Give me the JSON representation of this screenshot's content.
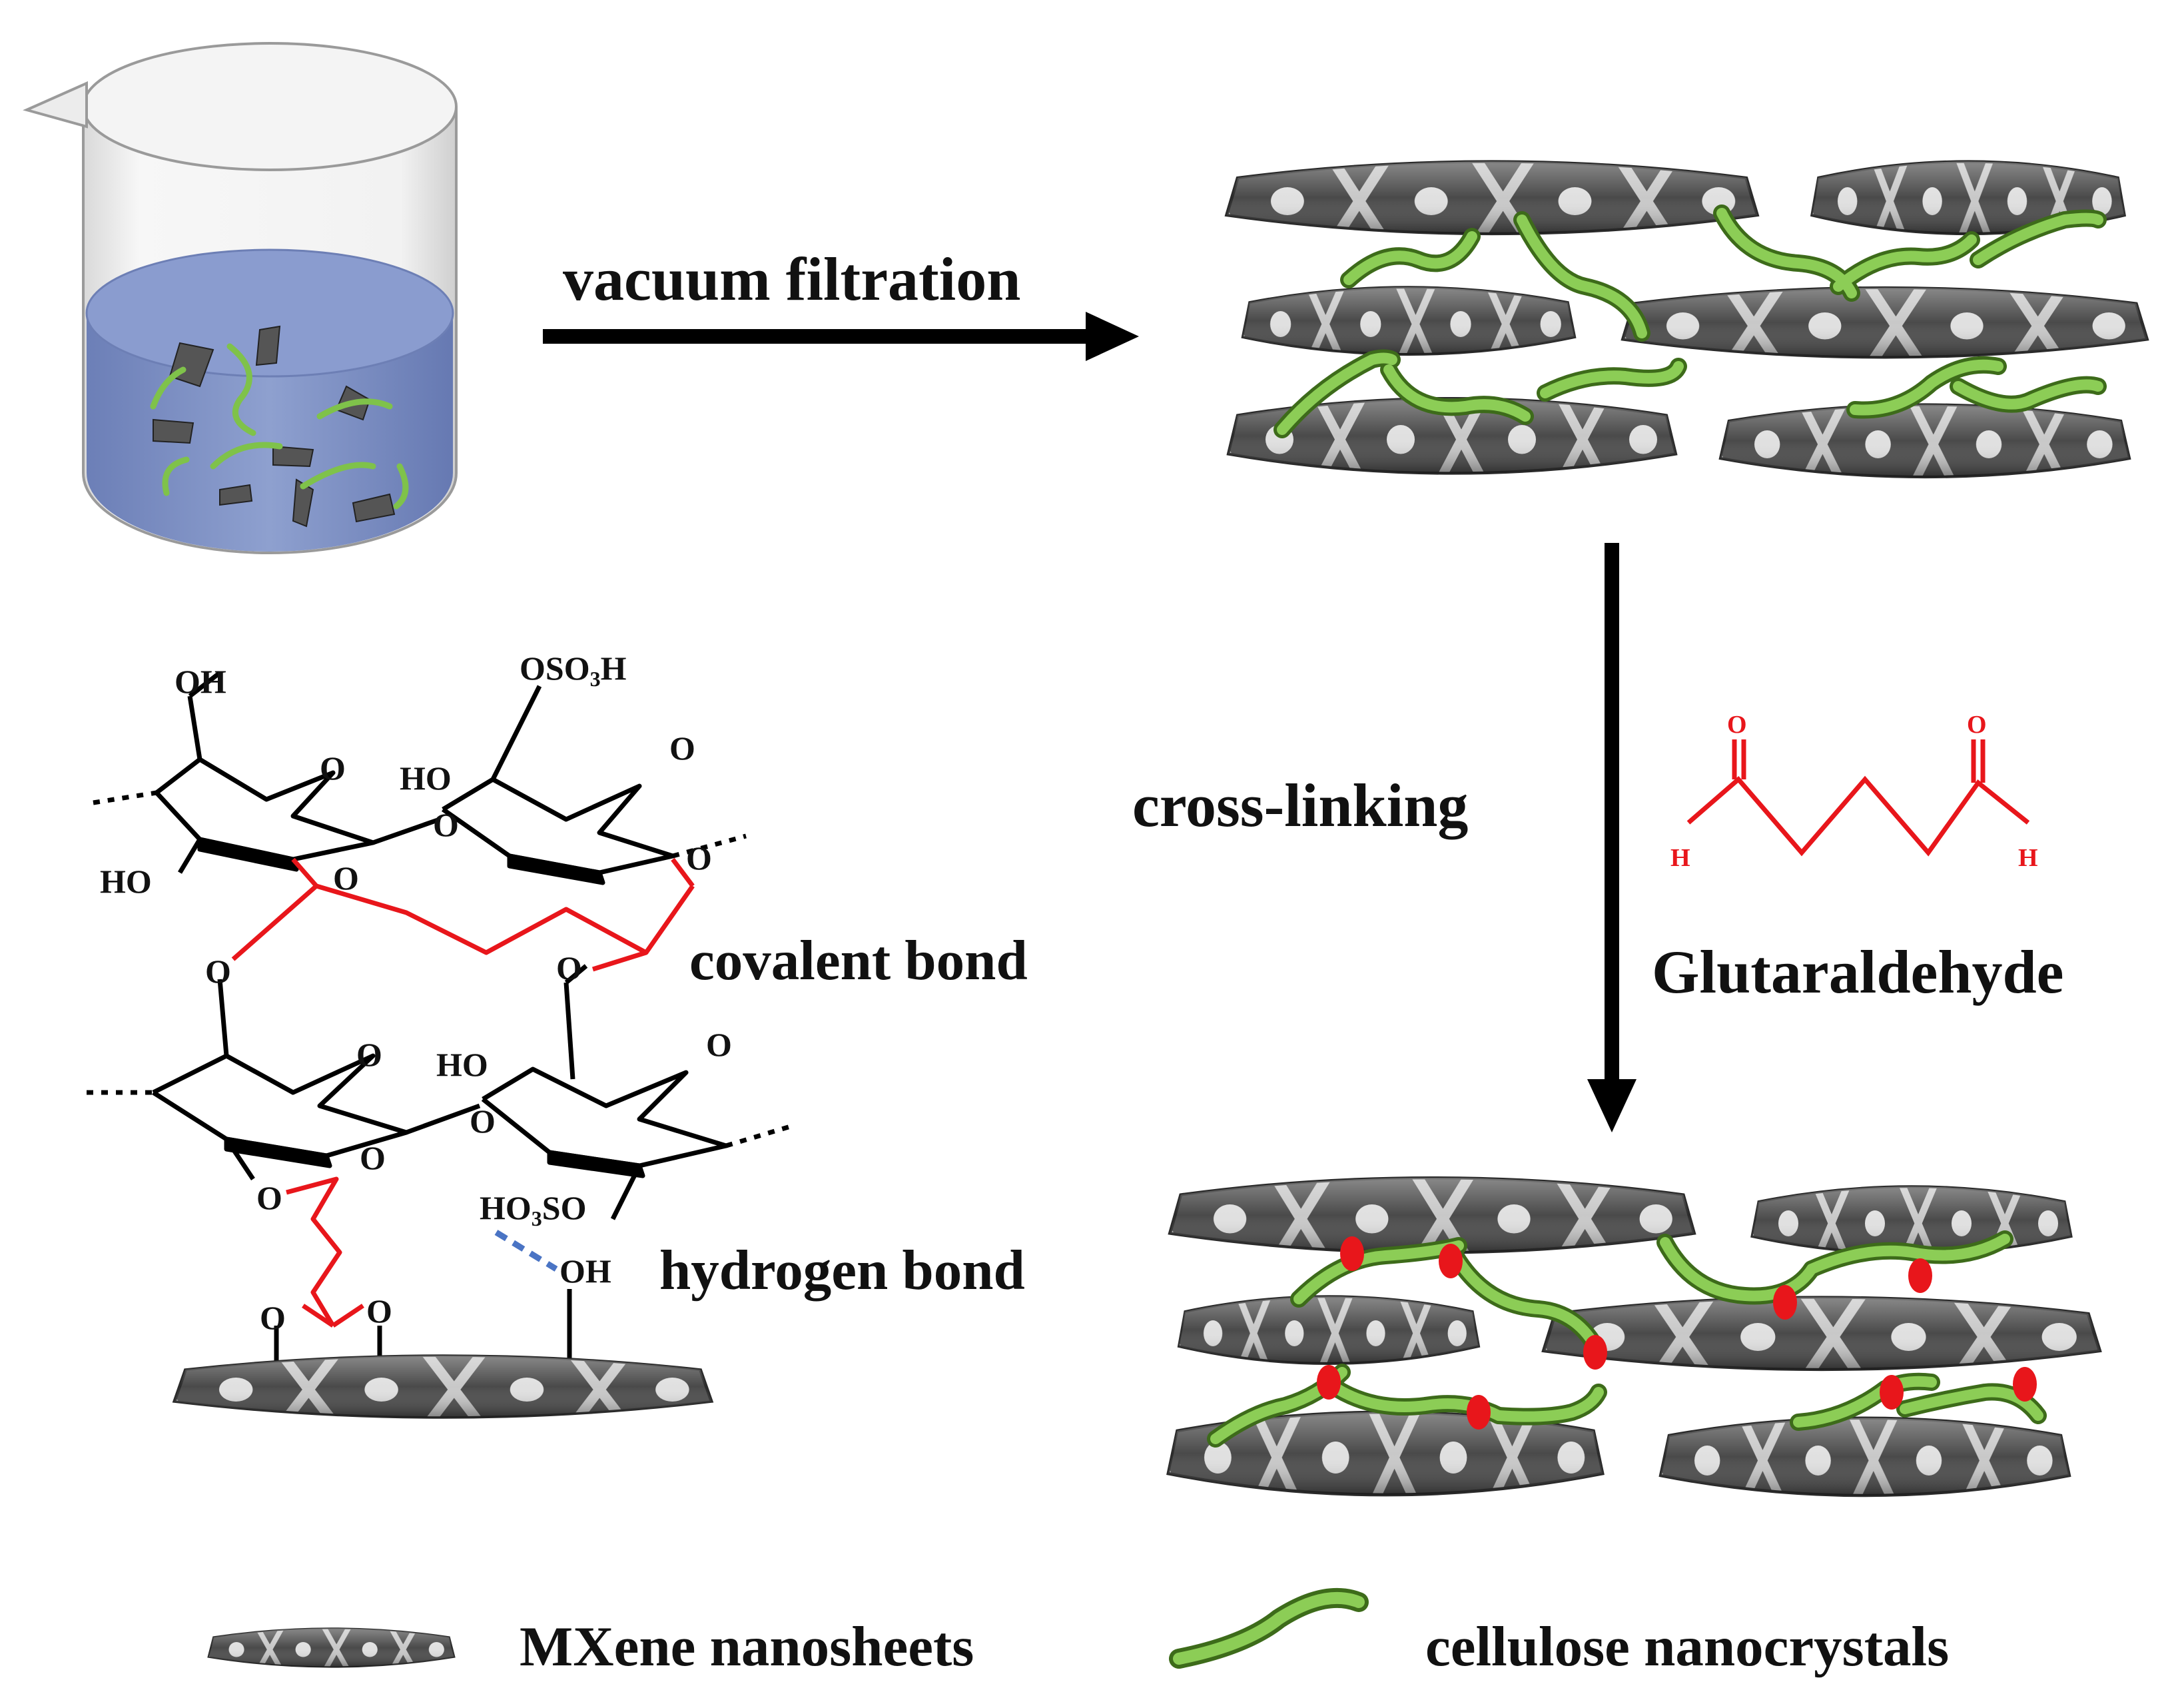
{
  "steps": {
    "filtration_label": "vacuum filtration",
    "crosslinking_label": "cross-linking",
    "reagent_label": "Glutaraldehyde"
  },
  "bonds": {
    "covalent_label": "covalent bond",
    "hydrogen_label": "hydrogen bond"
  },
  "chem": {
    "oh": "OH",
    "o": "O",
    "ho": "HO",
    "h": "H",
    "oso3h_pre": "OSO",
    "ho3so_pre": "HO",
    "ho3so_post": "SO",
    "sub3": "3",
    "h_letter": "H"
  },
  "legend": {
    "mxene_label": "MXene nanosheets",
    "cnc_label": "cellulose nanocrystals"
  },
  "colors": {
    "arrow": "#000000",
    "crosslink": "#e8161b",
    "hbond": "#4a74c4",
    "cnc": "#7fc24a",
    "solution": "#7a8fc4",
    "sheet": "#555555"
  }
}
